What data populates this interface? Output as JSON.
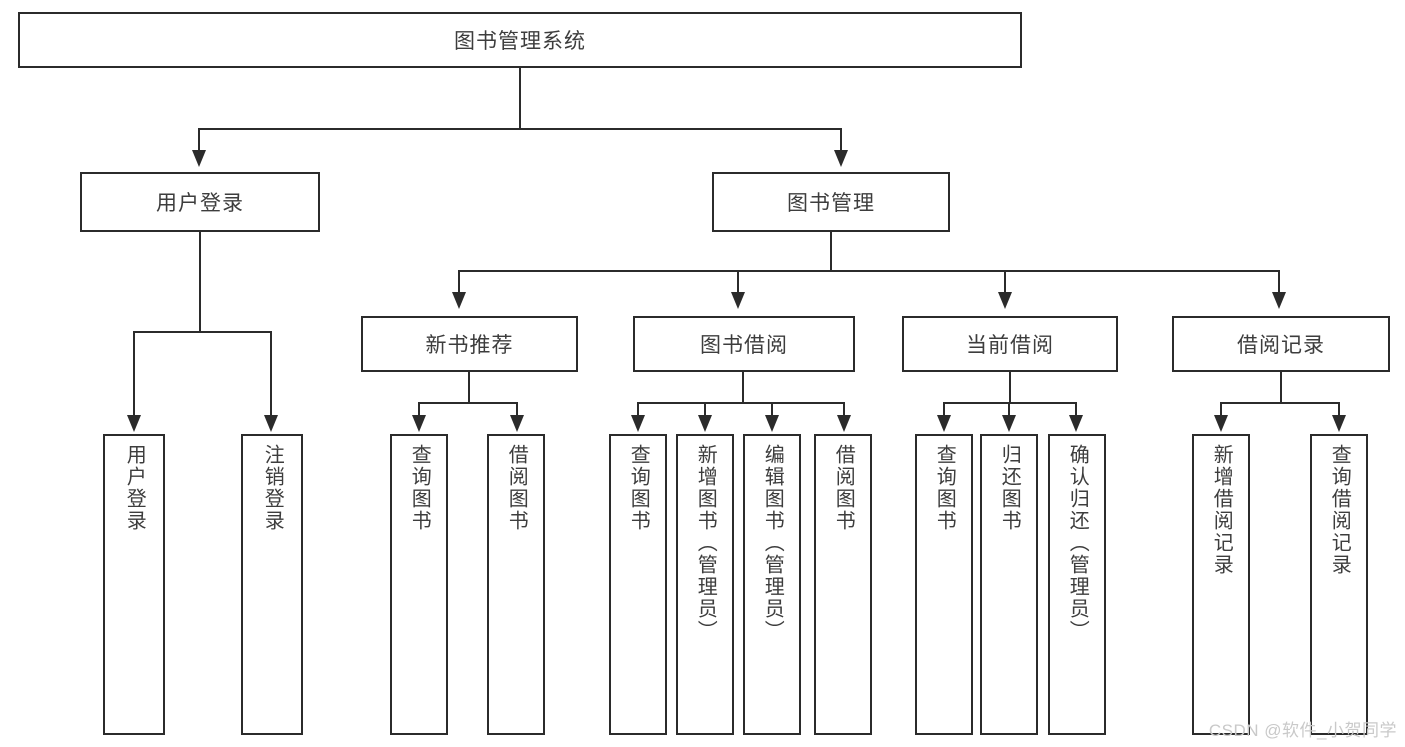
{
  "diagram": {
    "title": "图书管理系统",
    "root": {
      "label": "图书管理系统"
    },
    "level2": [
      {
        "label": "用户登录"
      },
      {
        "label": "图书管理"
      }
    ],
    "level3": [
      {
        "label": "新书推荐"
      },
      {
        "label": "图书借阅"
      },
      {
        "label": "当前借阅"
      },
      {
        "label": "借阅记录"
      }
    ],
    "leaves": {
      "user_login": [
        {
          "label": "用户登录"
        },
        {
          "label": "注销登录"
        }
      ],
      "new_book_recommend": [
        {
          "label": "查询图书"
        },
        {
          "label": "借阅图书"
        }
      ],
      "book_borrow": [
        {
          "label": "查询图书"
        },
        {
          "label": "新增图书（管理员）"
        },
        {
          "label": "编辑图书（管理员）"
        },
        {
          "label": "借阅图书"
        }
      ],
      "current_borrow": [
        {
          "label": "查询图书"
        },
        {
          "label": "归还图书"
        },
        {
          "label": "确认归还（管理员）"
        }
      ],
      "borrow_record": [
        {
          "label": "新增借阅记录"
        },
        {
          "label": "查询借阅记录"
        }
      ]
    },
    "watermark": "CSDN @软件_小贺同学",
    "colors": {
      "stroke": "#2b2b2b",
      "text": "#3d3d3d",
      "background": "#ffffff",
      "watermark": "#c9c9c9"
    }
  }
}
